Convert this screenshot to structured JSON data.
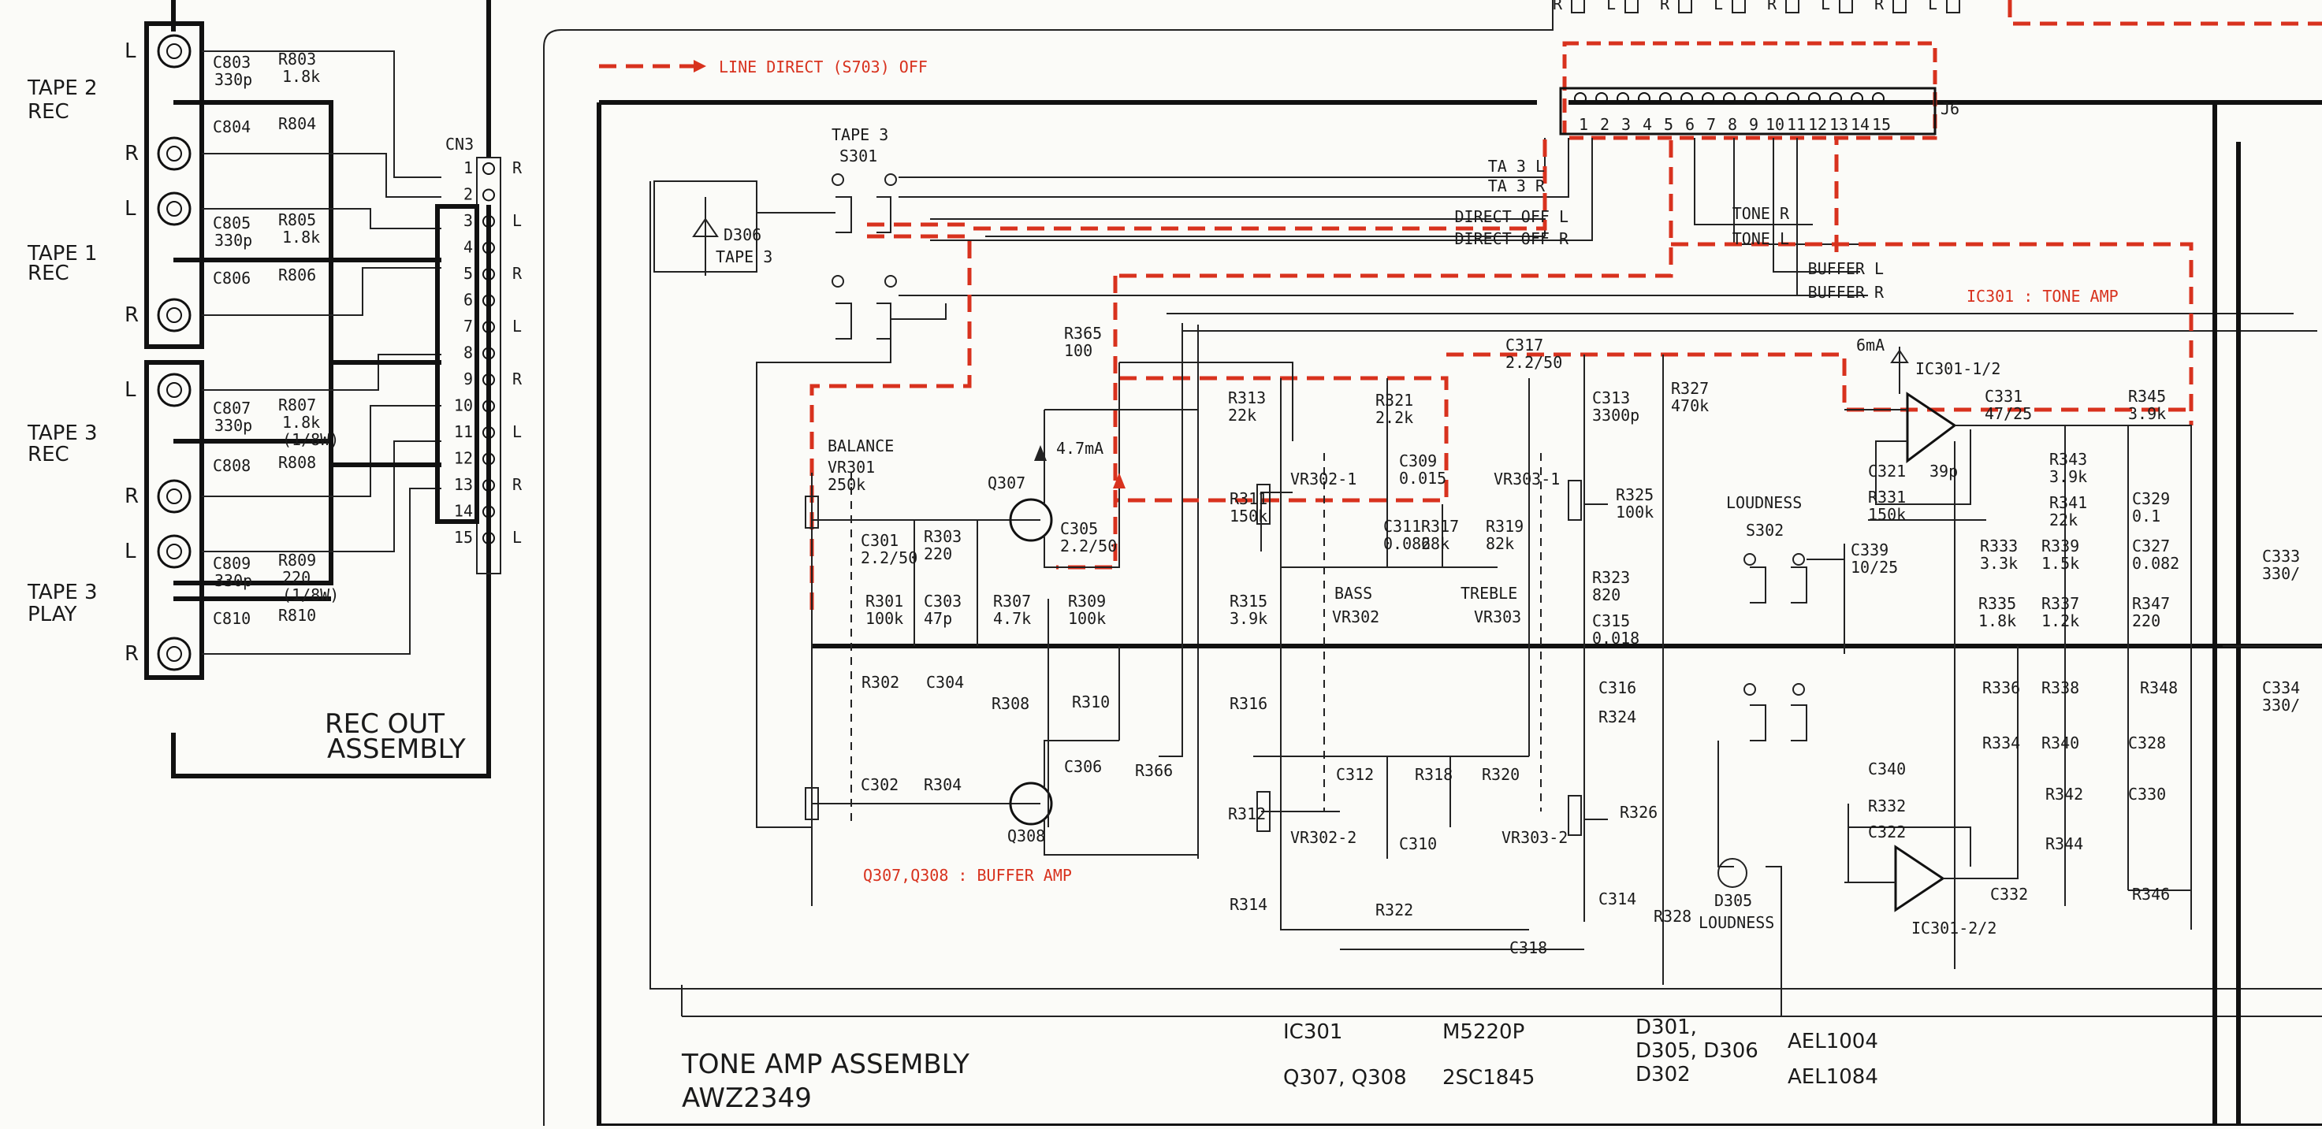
{
  "rec_out": {
    "tapes": [
      {
        "name": "TAPE 2",
        "sub": "REC"
      },
      {
        "name": "TAPE 1",
        "sub": "REC"
      },
      {
        "name": "TAPE 3",
        "sub": "REC"
      },
      {
        "name": "TAPE 3",
        "sub": "PLAY"
      }
    ],
    "channel_l": "L",
    "channel_r": "R",
    "caps": [
      "C803",
      "C804",
      "C805",
      "C806",
      "C807",
      "C808",
      "C809",
      "C810"
    ],
    "cap_values": {
      "C803": "330p",
      "C805": "330p",
      "C807": "330p",
      "C809": "330p"
    },
    "resistors": [
      "R803",
      "R804",
      "R805",
      "R806",
      "R807",
      "R808",
      "R809",
      "R810"
    ],
    "res_values": {
      "R803": "1.8k",
      "R805": "1.8k",
      "R807": "1.8k",
      "R807b": "(1/8W)",
      "R809": "220",
      "R809b": "(1/8W)"
    },
    "title_line1": "REC OUT",
    "title_line2": "ASSEMBLY",
    "connector": "CN3",
    "pins": [
      "1",
      "2",
      "3",
      "4",
      "5",
      "6",
      "7",
      "8",
      "9",
      "10",
      "11",
      "12",
      "13",
      "14",
      "15"
    ],
    "pin_tags": [
      "R",
      "L",
      "R",
      "L",
      "R",
      "L",
      "R",
      "L"
    ]
  },
  "top_tags": [
    "R",
    "L",
    "R",
    "L",
    "R",
    "L",
    "R",
    "L"
  ],
  "legend": {
    "text": "LINE DIRECT (S703) OFF"
  },
  "j6": {
    "name": "J6",
    "pins": [
      "1",
      "2",
      "3",
      "4",
      "5",
      "6",
      "7",
      "8",
      "9",
      "10",
      "11",
      "12",
      "13",
      "14",
      "15"
    ]
  },
  "signals": [
    "TA 3 L",
    "TA 3 R",
    "DIRECT OFF L",
    "DIRECT OFF R",
    "TONE R",
    "TONE L",
    "BUFFER L",
    "BUFFER R"
  ],
  "tape3": {
    "label": "TAPE 3",
    "switch": "S301"
  },
  "d306": {
    "ref": "D306",
    "name": "TAPE 3"
  },
  "balance": {
    "label": "BALANCE",
    "ref": "VR301",
    "value": "250k"
  },
  "buffer": {
    "q307": "Q307",
    "q308": "Q308",
    "current": "4.7mA",
    "note": "Q307,Q308 : BUFFER AMP",
    "parts": [
      {
        "ref": "R365",
        "val": "100"
      },
      {
        "ref": "C301",
        "val": "2.2/50"
      },
      {
        "ref": "R303",
        "val": "220"
      },
      {
        "ref": "C305",
        "val": "2.2/50"
      },
      {
        "ref": "R301",
        "val": "100k"
      },
      {
        "ref": "C303",
        "val": "47p"
      },
      {
        "ref": "R307",
        "val": "4.7k"
      },
      {
        "ref": "R309",
        "val": "100k"
      },
      {
        "ref": "R302",
        "val": ""
      },
      {
        "ref": "C304",
        "val": ""
      },
      {
        "ref": "R308",
        "val": ""
      },
      {
        "ref": "R310",
        "val": ""
      },
      {
        "ref": "C306",
        "val": ""
      },
      {
        "ref": "R366",
        "val": ""
      },
      {
        "ref": "C302",
        "val": ""
      },
      {
        "ref": "R304",
        "val": ""
      }
    ]
  },
  "tone": {
    "parts": [
      {
        "ref": "R313",
        "val": "22k"
      },
      {
        "ref": "R321",
        "val": "2.2k"
      },
      {
        "ref": "C317",
        "val": "2.2/50"
      },
      {
        "ref": "C313",
        "val": "3300p"
      },
      {
        "ref": "R327",
        "val": "470k"
      },
      {
        "ref": "R311",
        "val": "150k"
      },
      {
        "ref": "C309",
        "val": "0.015"
      },
      {
        "ref": "C311",
        "val": "0.082"
      },
      {
        "ref": "R317",
        "val": "68k"
      },
      {
        "ref": "R319",
        "val": "82k"
      },
      {
        "ref": "R325",
        "val": "100k"
      },
      {
        "ref": "R315",
        "val": "3.9k"
      },
      {
        "ref": "R323",
        "val": "820"
      },
      {
        "ref": "C315",
        "val": "0.018"
      },
      {
        "ref": "R316",
        "val": ""
      },
      {
        "ref": "C316",
        "val": ""
      },
      {
        "ref": "R324",
        "val": ""
      },
      {
        "ref": "C312",
        "val": ""
      },
      {
        "ref": "R318",
        "val": ""
      },
      {
        "ref": "R320",
        "val": ""
      },
      {
        "ref": "R312",
        "val": ""
      },
      {
        "ref": "C310",
        "val": ""
      },
      {
        "ref": "R326",
        "val": ""
      },
      {
        "ref": "C314",
        "val": ""
      },
      {
        "ref": "R328",
        "val": ""
      },
      {
        "ref": "R314",
        "val": ""
      },
      {
        "ref": "R322",
        "val": ""
      },
      {
        "ref": "C318",
        "val": ""
      }
    ],
    "vr": [
      "VR302-1",
      "VR303-1",
      "VR302-2",
      "VR303-2"
    ],
    "bass": "BASS",
    "bass_ref": "VR302",
    "treble": "TREBLE",
    "treble_ref": "VR303"
  },
  "ic": {
    "label": "IC301 : TONE AMP",
    "u1": "IC301-1/2",
    "u2": "IC301-2/2",
    "current": "6mA",
    "parts": [
      {
        "ref": "C331",
        "val": "47/25"
      },
      {
        "ref": "R345",
        "val": "3.9k"
      },
      {
        "ref": "C321",
        "val": ""
      },
      {
        "ref": "39p",
        "val": ""
      },
      {
        "ref": "R331",
        "val": "150k"
      },
      {
        "ref": "R343",
        "val": "3.9k"
      },
      {
        "ref": "R341",
        "val": "22k"
      },
      {
        "ref": "C329",
        "val": "0.1"
      },
      {
        "ref": "C339",
        "val": "10/25"
      },
      {
        "ref": "R333",
        "val": "3.3k"
      },
      {
        "ref": "R339",
        "val": "1.5k"
      },
      {
        "ref": "C327",
        "val": "0.082"
      },
      {
        "ref": "R335",
        "val": "1.8k"
      },
      {
        "ref": "R337",
        "val": "1.2k"
      },
      {
        "ref": "R347",
        "val": "220"
      },
      {
        "ref": "R336",
        "val": ""
      },
      {
        "ref": "R338",
        "val": ""
      },
      {
        "ref": "R348",
        "val": ""
      },
      {
        "ref": "R334",
        "val": ""
      },
      {
        "ref": "R340",
        "val": ""
      },
      {
        "ref": "C328",
        "val": ""
      },
      {
        "ref": "R342",
        "val": ""
      },
      {
        "ref": "C330",
        "val": ""
      },
      {
        "ref": "R344",
        "val": ""
      },
      {
        "ref": "C340",
        "val": ""
      },
      {
        "ref": "R332",
        "val": ""
      },
      {
        "ref": "C322",
        "val": ""
      },
      {
        "ref": "C332",
        "val": ""
      },
      {
        "ref": "R346",
        "val": ""
      }
    ],
    "c333": "C333",
    "c333v": "330/",
    "c334": "C334",
    "c334v": "330/"
  },
  "loudness": {
    "label": "LOUDNESS",
    "switch": "S302",
    "led": "D305",
    "led_name": "LOUDNESS"
  },
  "assembly": {
    "name": "TONE AMP ASSEMBLY",
    "code": "AWZ2349"
  },
  "parts_table": [
    {
      "ref": "IC301",
      "part": "M5220P"
    },
    {
      "ref": "Q307, Q308",
      "part": "2SC1845"
    }
  ],
  "diode_table": {
    "refs": [
      "D301,",
      "D305, D306",
      "D302"
    ],
    "parts": [
      "AEL1004",
      "AEL1084"
    ]
  }
}
